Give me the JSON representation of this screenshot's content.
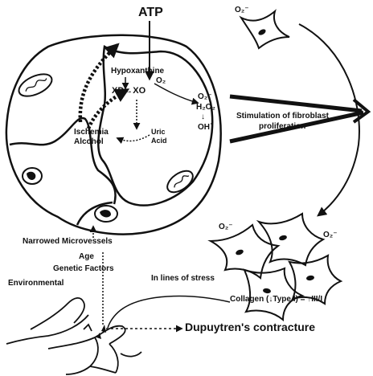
{
  "labels": {
    "atp": "ATP",
    "hypoxanthine": "Hypoxanthine",
    "xd_xo": "XD→XO",
    "o2": "O₂",
    "ischemia": "Ischemia",
    "alcohol": "Alcohol",
    "uric_acid_1": "Uric",
    "uric_acid_2": "Acid",
    "ros_o2": "O₂⁻",
    "ros_h2o2": "H₂O₂",
    "ros_arrow": "↓",
    "ros_oh": "OH˙",
    "stimulation_1": "Stimulation of fibroblast",
    "stimulation_2": "proliferation",
    "superoxide_top": "O₂⁻",
    "superoxide_left": "O₂⁻",
    "superoxide_right": "O₂⁻",
    "narrowed": "Narrowed Microvessels",
    "age": "Age",
    "genetic": "Genetic   Factors",
    "environmental": "Environmental",
    "lines_of_stress": "In lines of stress",
    "collagen": "Collagen (↓Type I) = ↑III/I",
    "dupuytren": "Dupuytren's contracture"
  },
  "colors": {
    "ink": "#111111",
    "background": "#ffffff"
  }
}
